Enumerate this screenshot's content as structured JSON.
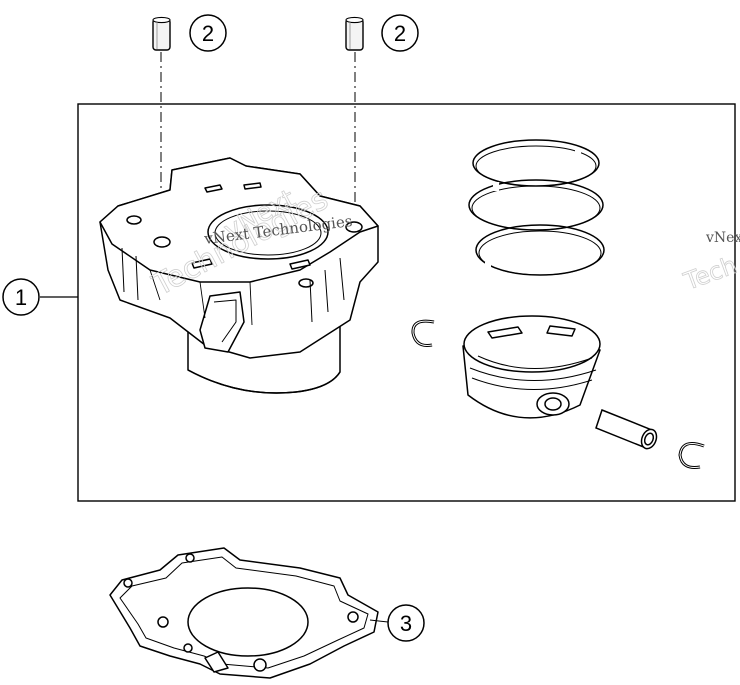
{
  "callouts": {
    "cylinder_kit": "1",
    "dowel_left": "2",
    "dowel_right": "2",
    "gasket": "3"
  },
  "watermark": {
    "line1": "vNext Technologies",
    "line2": "vNext",
    "line3": "Technologies",
    "edge1": "vNext",
    "edge2": "Tech"
  }
}
